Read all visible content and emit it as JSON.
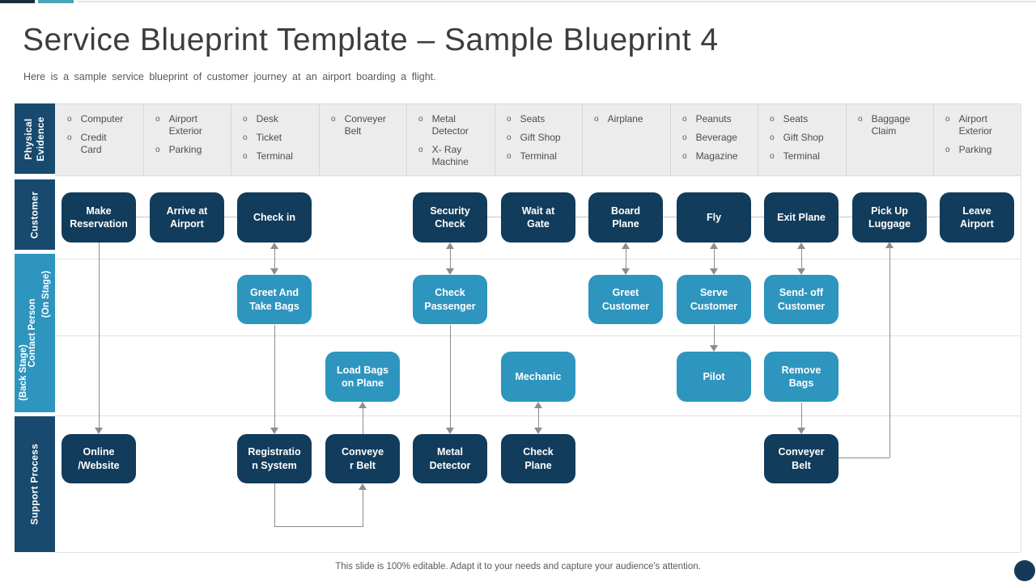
{
  "header": {
    "title": "Service Blueprint Template – Sample Blueprint 4",
    "subtitle": "Here is a sample service blueprint of customer journey at an airport boarding a flight."
  },
  "footer": {
    "note": "This slide is 100% editable. Adapt it to your needs and capture your audience's attention."
  },
  "accents": {
    "topbar_navy": "#1d2d3a",
    "topbar_teal": "#4ba3b8",
    "box_navy": "#123c5b",
    "box_blue": "#2e95bf",
    "label_navy": "#174a6e",
    "label_blue": "#2e95bf",
    "arrow_gray": "#8d8d8d"
  },
  "labels": {
    "physical_evidence": "Physical\nEvidence",
    "customer": "Customer",
    "contact_person": "Contact Person",
    "on_stage": "(On Stage)",
    "back_stage": "(Back Stage)",
    "support_process": "Support Process"
  },
  "pe": {
    "marker": "o",
    "columns": [
      [
        "Computer",
        "Credit Card"
      ],
      [
        "Airport Exterior",
        "Parking"
      ],
      [
        "Desk",
        "Ticket",
        "Terminal"
      ],
      [
        "Conveyer Belt"
      ],
      [
        "Metal Detector",
        "X- Ray Machine"
      ],
      [
        "Seats",
        "Gift Shop",
        "Terminal"
      ],
      [
        "Airplane"
      ],
      [
        "Peanuts",
        "Beverage",
        "Magazine"
      ],
      [
        "Seats",
        "Gift Shop",
        "Terminal"
      ],
      [
        "Baggage Claim"
      ],
      [
        "Airport Exterior",
        "Parking"
      ]
    ]
  },
  "customer": [
    "Make\nReservation",
    "Arrive at\nAirport",
    "Check in",
    "Security\nCheck",
    "Wait at\nGate",
    "Board\nPlane",
    "Fly",
    "Exit Plane",
    "Pick Up\nLuggage",
    "Leave\nAirport"
  ],
  "on_stage": [
    "Greet And\nTake Bags",
    "Check\nPassenger",
    "Greet\nCustomer",
    "Serve\nCustomer",
    "Send- off\nCustomer"
  ],
  "back_stage": [
    "Load Bags\non Plane",
    "Mechanic",
    "Pilot",
    "Remove\nBags"
  ],
  "support": [
    "Online\n/Website",
    "Registratio\nn System",
    "Conveye\nr Belt",
    "Metal\nDetector",
    "Check\nPlane",
    "Conveyer\nBelt"
  ]
}
